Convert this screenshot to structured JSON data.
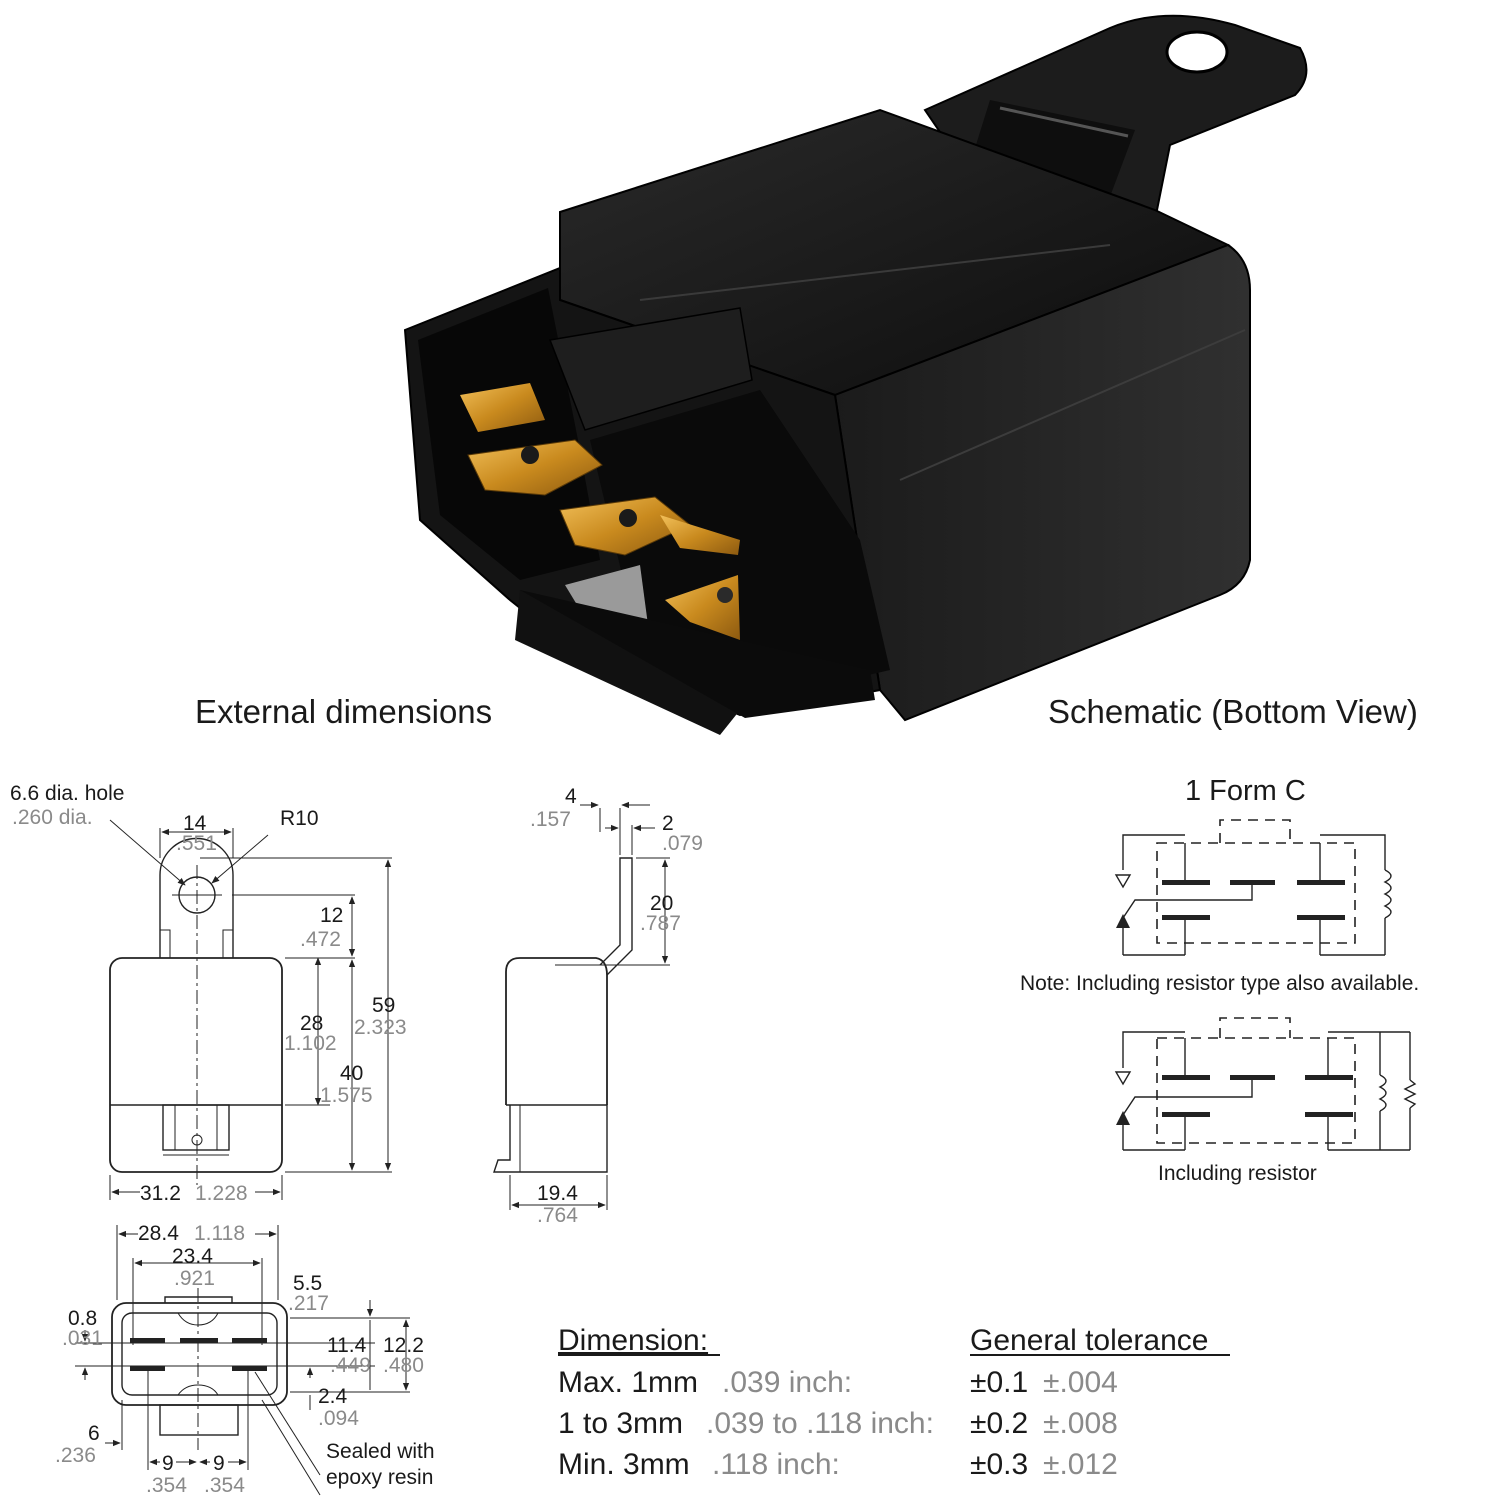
{
  "headings": {
    "external": "External dimensions",
    "schematic": "Schematic (Bottom View)"
  },
  "front_view": {
    "hole_mm": "6.6 dia. hole",
    "hole_in": ".260 dia.",
    "tab_width_mm": "14",
    "tab_width_in": ".551",
    "radius": "R10",
    "tab_offset_mm": "12",
    "tab_offset_in": ".472",
    "body_height_mm": "28",
    "body_height_in": "1.102",
    "overall_mm": "59",
    "overall_in": "2.323",
    "case_height_mm": "40",
    "case_height_in": "1.575",
    "width_mm": "31.2",
    "width_in": "1.228"
  },
  "side_view": {
    "bracket_mm": "4",
    "bracket_in": ".157",
    "thickness_mm": "2",
    "thickness_in": ".079",
    "bracket_height_mm": "20",
    "bracket_height_in": ".787",
    "depth_mm": "19.4",
    "depth_in": ".764"
  },
  "bottom_view": {
    "outer_mm": "28.4",
    "outer_in": "1.118",
    "inner_mm": "23.4",
    "inner_in": ".921",
    "key_mm": "5.5",
    "key_in": ".217",
    "wall_mm": "0.8",
    "wall_in": ".031",
    "terminal_span_mm": "11.4",
    "terminal_span_in": ".449",
    "outer_span_mm": "12.2",
    "outer_span_in": ".480",
    "terminal_gap_mm": "2.4",
    "terminal_gap_in": ".094",
    "edge_mm": "6",
    "edge_in": ".236",
    "pitch1_mm": "9",
    "pitch1_in": ".354",
    "pitch2_mm": "9",
    "pitch2_in": ".354",
    "sealed_line1": "Sealed with",
    "sealed_line2": "epoxy resin"
  },
  "schematic": {
    "form": "1 Form C",
    "note": "Note: Including resistor type also available.",
    "resistor_caption": "Including resistor"
  },
  "tolerance_table": {
    "header_left": "Dimension:",
    "header_right": "General tolerance",
    "rows": [
      {
        "mm": "Max. 1mm",
        "inch": ".039 inch:",
        "tol": "±0.1",
        "tol_in": "±.004"
      },
      {
        "mm": "1 to 3mm",
        "inch": ".039 to .118 inch:",
        "tol": "±0.2",
        "tol_in": "±.008"
      },
      {
        "mm": "Min. 3mm",
        "inch": ".118 inch:",
        "tol": "±0.3",
        "tol_in": "±.012"
      }
    ]
  },
  "colors": {
    "case": "#0f0f0f",
    "terminal": "#d89a2a",
    "imperial_text": "#8a8a8a"
  }
}
